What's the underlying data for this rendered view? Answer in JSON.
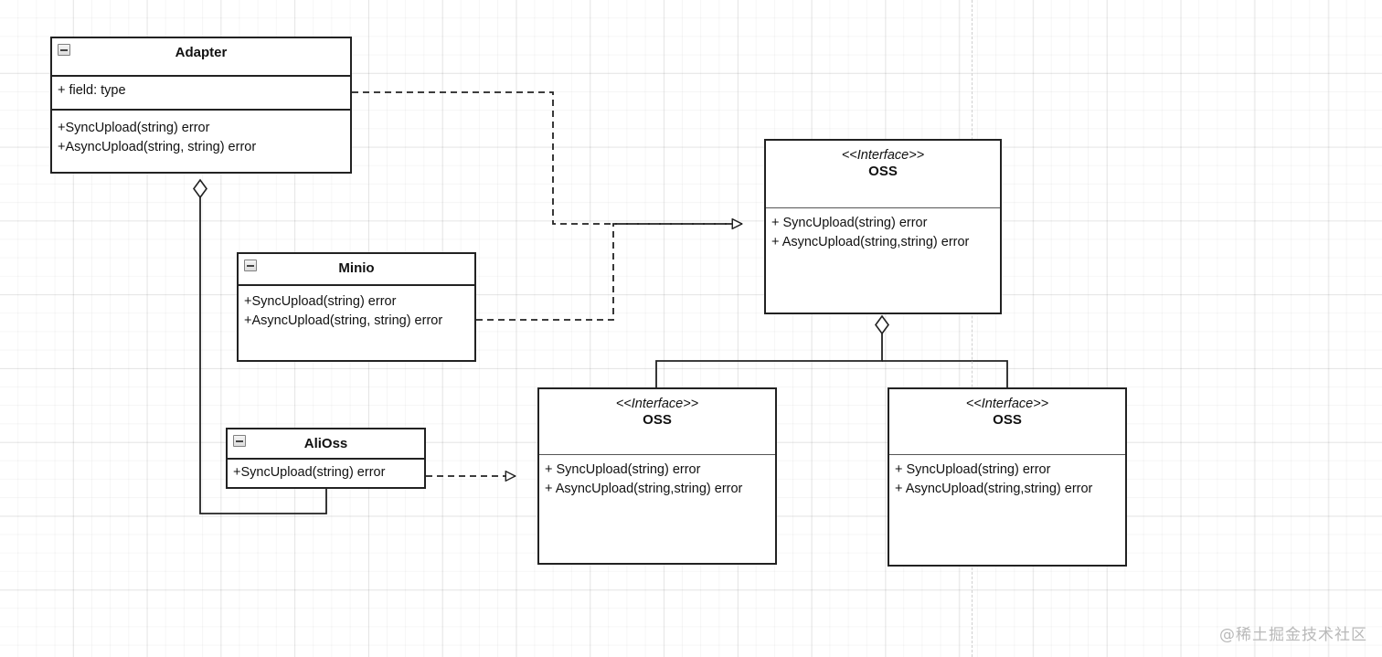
{
  "diagram": {
    "kind": "uml-class-diagram",
    "watermark": "@稀土掘金技术社区",
    "colors": {
      "stroke": "#222222",
      "fill": "#ffffff",
      "grid_minor": "#f5f5f5",
      "grid_major": "#ededed",
      "guide": "#cfcfcf",
      "watermark": "#b9b9b9"
    }
  },
  "nodes": {
    "adapter": {
      "name": "Adapter",
      "stereotype": "",
      "collapse_icon": "collapse-minus-icon",
      "attributes": [
        "+ field: type"
      ],
      "operations": [
        "+SyncUpload(string) error",
        "+AsyncUpload(string, string) error"
      ]
    },
    "minio": {
      "name": "Minio",
      "stereotype": "",
      "collapse_icon": "collapse-minus-icon",
      "operations": [
        "+SyncUpload(string) error",
        "+AsyncUpload(string, string) error"
      ]
    },
    "alioss": {
      "name": "AliOss",
      "stereotype": "",
      "collapse_icon": "collapse-minus-icon",
      "operations": [
        "+SyncUpload(string) error"
      ]
    },
    "oss_top": {
      "name": "OSS",
      "stereotype": "<<Interface>>",
      "operations": [
        "+ SyncUpload(string) error",
        "+ AsyncUpload(string,string) error"
      ]
    },
    "oss_center": {
      "name": "OSS",
      "stereotype": "<<Interface>>",
      "operations": [
        "+ SyncUpload(string) error",
        "+ AsyncUpload(string,string) error"
      ]
    },
    "oss_right": {
      "name": "OSS",
      "stereotype": "<<Interface>>",
      "operations": [
        "+ SyncUpload(string) error",
        "+ AsyncUpload(string,string) error"
      ]
    }
  },
  "edges": [
    {
      "id": "adapter-realizes-oss-top",
      "from": "adapter",
      "to": "oss_top",
      "style": "dashed",
      "arrow": "hollow-triangle",
      "label": ""
    },
    {
      "id": "minio-realizes-oss-top",
      "from": "minio",
      "to": "oss_top",
      "style": "dashed",
      "arrow": "hollow-triangle",
      "label": ""
    },
    {
      "id": "alioss-realizes-oss-center",
      "from": "alioss",
      "to": "oss_center",
      "style": "dashed",
      "arrow": "hollow-triangle",
      "label": ""
    },
    {
      "id": "adapter-aggregates-alioss",
      "from": "adapter",
      "to": "alioss",
      "style": "solid",
      "arrow": "hollow-diamond",
      "label": ""
    },
    {
      "id": "oss-top-aggregates-oss-center",
      "from": "oss_top",
      "to": "oss_center",
      "style": "solid",
      "arrow": "hollow-diamond",
      "label": ""
    },
    {
      "id": "oss-top-aggregates-oss-right",
      "from": "oss_top",
      "to": "oss_right",
      "style": "solid",
      "arrow": "hollow-diamond",
      "label": ""
    }
  ]
}
